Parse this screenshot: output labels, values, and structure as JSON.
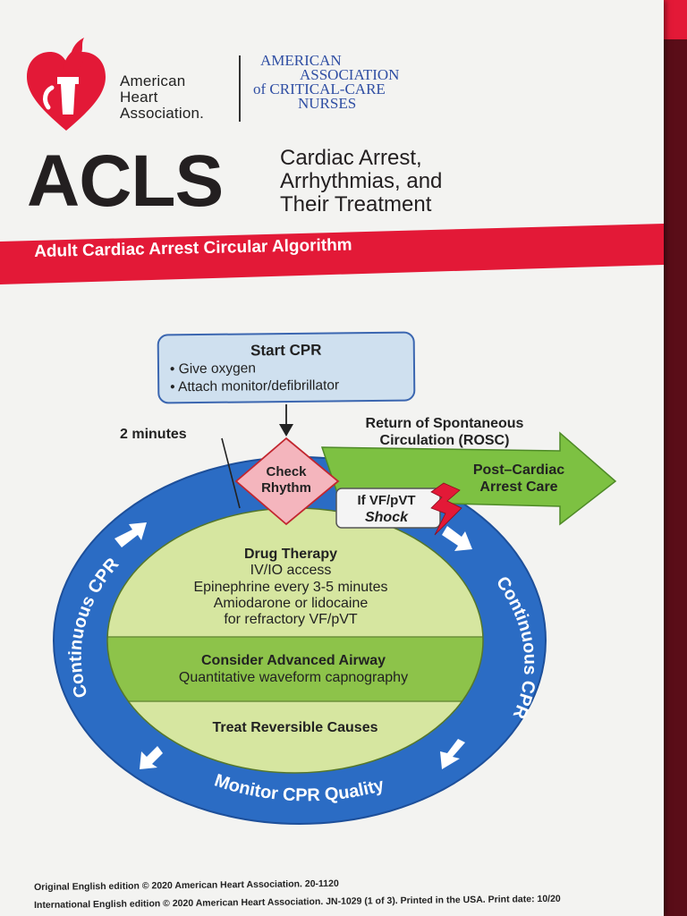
{
  "header": {
    "aha_lines": [
      "American",
      "Heart",
      "Association."
    ],
    "aacn_lines": [
      "AMERICAN",
      "ASSOCIATION",
      "of CRITICAL-CARE",
      "NURSES"
    ],
    "acls_title": "ACLS",
    "subtitle_lines": [
      "Cardiac Arrest,",
      "Arrhythmias, and",
      "Their Treatment"
    ]
  },
  "banner": {
    "text": "Adult Cardiac Arrest Circular Algorithm"
  },
  "colors": {
    "aha_red": "#e31937",
    "ring_blue": "#2b6cc4",
    "inner_green": "#d6e6a0",
    "airway_green": "#8dc34a",
    "start_box_fill": "#cfe0ef",
    "diamond_pink": "#f4b5bd",
    "arrow_green": "#7dc142"
  },
  "diagram": {
    "start_box": {
      "title": "Start CPR",
      "bullets": [
        "• Give oxygen",
        "• Attach monitor/defibrillator"
      ]
    },
    "two_minutes": "2 minutes",
    "rosc_lines": [
      "Return of Spontaneous",
      "Circulation (ROSC)"
    ],
    "post_cardiac_lines": [
      "Post–Cardiac",
      "Arrest Care"
    ],
    "check_rhythm_lines": [
      "Check",
      "Rhythm"
    ],
    "shock_lines": [
      "If VF/pVT",
      "Shock"
    ],
    "drug_therapy": {
      "title": "Drug Therapy",
      "lines": [
        "IV/IO access",
        "Epinephrine every 3-5 minutes",
        "Amiodarone or lidocaine",
        "for refractory VF/pVT"
      ]
    },
    "airway": {
      "title": "Consider Advanced Airway",
      "line": "Quantitative waveform capnography"
    },
    "reversible": "Treat Reversible Causes",
    "ring_left": "Continuous CPR",
    "ring_right": "Continuous CPR",
    "ring_bottom": "Monitor CPR Quality"
  },
  "footer": {
    "line1": "Original English edition © 2020 American Heart Association. 20-1120",
    "line2": "International English edition © 2020 American Heart Association. JN-1029 (1 of 3). Printed in the USA. Print date: 10/20"
  }
}
